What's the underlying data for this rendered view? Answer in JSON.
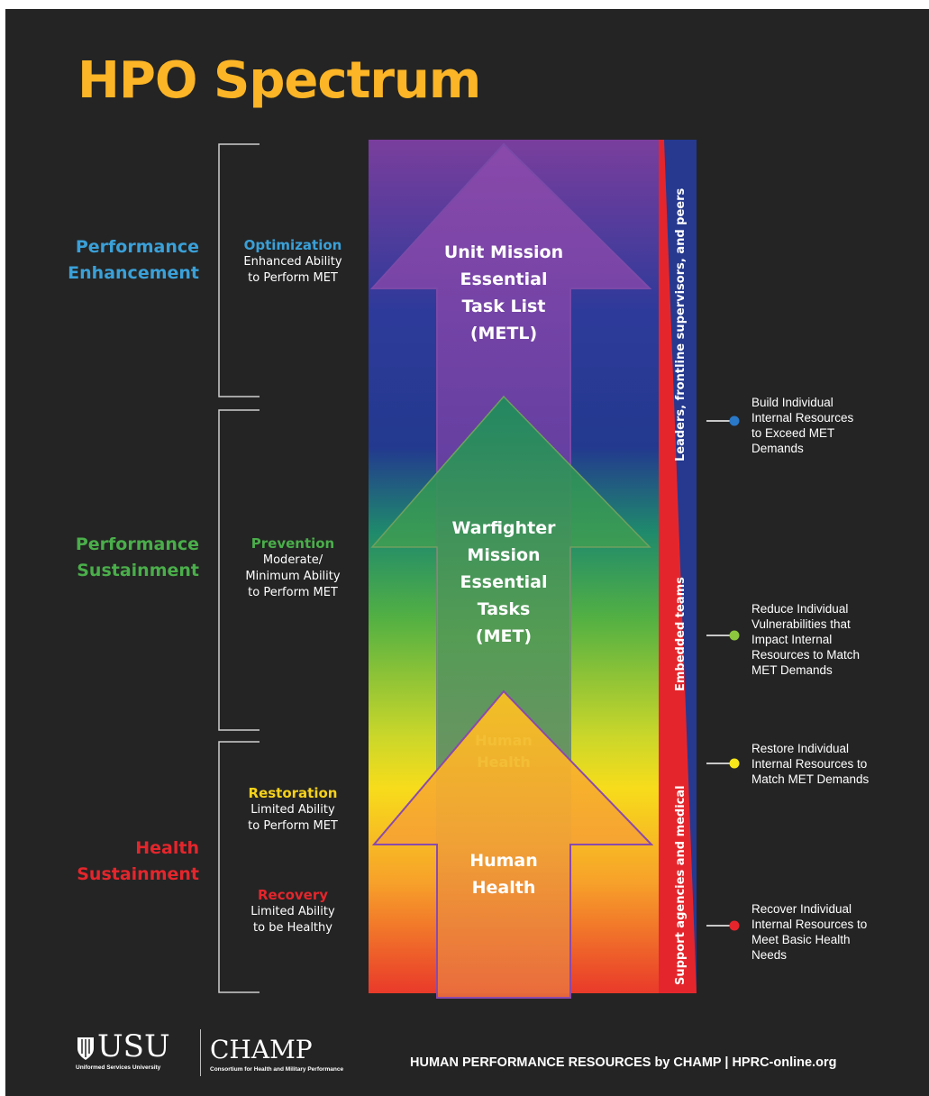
{
  "title": "HPO Spectrum",
  "bands": [
    {
      "label": "Performance Enhancement",
      "label_lines": [
        "Performance",
        "Enhancement"
      ],
      "color": "#3aa0d8",
      "sub": [
        {
          "title": "Optimization",
          "desc_lines": [
            "Enhanced Ability",
            "to Perform MET"
          ],
          "color": "#3aa0d8"
        }
      ]
    },
    {
      "label": "Performance Sustainment",
      "label_lines": [
        "Performance",
        "Sustainment"
      ],
      "color": "#4aae4a",
      "sub": [
        {
          "title": "Prevention",
          "desc_lines": [
            "Moderate/",
            "Minimum Ability",
            "to Perform MET"
          ],
          "color": "#4aae4a"
        }
      ]
    },
    {
      "label": "Health Sustainment",
      "label_lines": [
        "Health",
        "Sustainment"
      ],
      "color": "#e4262c",
      "sub": [
        {
          "title": "Restoration",
          "desc_lines": [
            "Limited Ability",
            "to Perform MET"
          ],
          "color": "#f6d21a"
        },
        {
          "title": "Recovery",
          "desc_lines": [
            "Limited Ability",
            "to be Healthy"
          ],
          "color": "#e4262c"
        }
      ]
    }
  ],
  "arrows": [
    {
      "lines": [
        "Unit Mission",
        "Essential",
        "Task List",
        "(METL)"
      ]
    },
    {
      "lines": [
        "Warfighter",
        "Mission",
        "Essential",
        "Tasks",
        "(MET)"
      ]
    },
    {
      "ghost_lines": [
        "Human",
        "Health"
      ]
    },
    {
      "lines": [
        "Human",
        "Health"
      ]
    }
  ],
  "side_labels": [
    "Leaders, frontline supervisors, and peers",
    "Embedded teams",
    "Support agencies and medical"
  ],
  "outcomes": [
    {
      "lines": [
        "Build Individual",
        "Internal Resources",
        "to Exceed MET",
        "Demands"
      ],
      "dot_color": "#2a78c8"
    },
    {
      "lines": [
        "Reduce Individual",
        "Vulnerabilities that",
        "Impact Internal",
        "Resources to Match",
        "MET Demands"
      ],
      "dot_color": "#8dc63f"
    },
    {
      "lines": [
        "Restore Individual",
        "Internal Resources to",
        "Match MET Demands"
      ],
      "dot_color": "#f6e51a"
    },
    {
      "lines": [
        "Recover Individual",
        "Internal Resources to",
        "Meet Basic Health",
        "Needs"
      ],
      "dot_color": "#e4262c"
    }
  ],
  "footer": {
    "usu_logo": "USU",
    "usu_caption": "Uniformed Services University",
    "champ_logo": "CHAMP",
    "champ_caption": "Consortium for Health and Military Performance",
    "credit": "HUMAN PERFORMANCE RESOURCES by CHAMP | HPRC-online.org"
  },
  "colors": {
    "background": "#242424",
    "title": "#fcb526"
  }
}
